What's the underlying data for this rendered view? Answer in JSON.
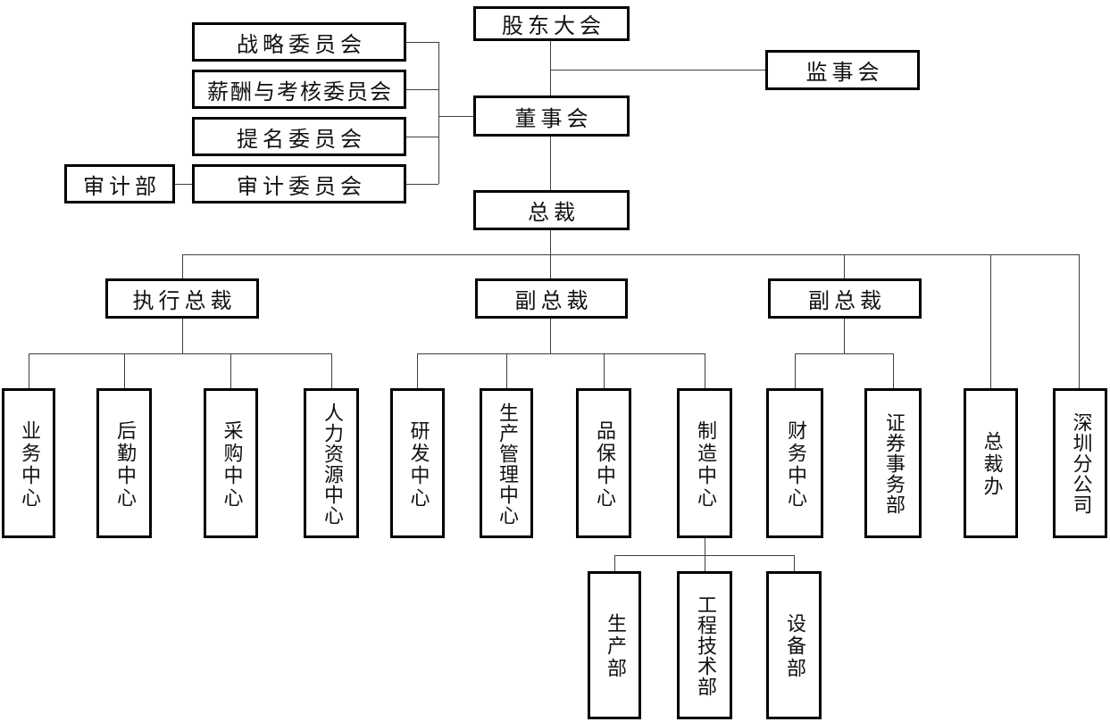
{
  "chart_title": "",
  "colors": {
    "background": "#ffffff",
    "box_border": "#000000",
    "connector_line": "#3f3f3f",
    "text": "#111111"
  },
  "nodes": {
    "shareholders_meeting": {
      "label": "股东大会"
    },
    "supervisory_board": {
      "label": "监事会"
    },
    "board_of_directors": {
      "label": "董事会"
    },
    "strategy_committee": {
      "label": "战略委员会"
    },
    "compensation_assessment_committee": {
      "label": "薪酬与考核委员会"
    },
    "nomination_committee": {
      "label": "提名委员会"
    },
    "audit_committee": {
      "label": "审计委员会"
    },
    "audit_department": {
      "label": "审计部"
    },
    "president": {
      "label": "总裁"
    },
    "executive_president": {
      "label": "执行总裁"
    },
    "vice_president_1": {
      "label": "副总裁"
    },
    "vice_president_2": {
      "label": "副总裁"
    },
    "business_center": {
      "label": "业务中心"
    },
    "logistics_center": {
      "label": "后勤中心"
    },
    "procurement_center": {
      "label": "采购中心"
    },
    "hr_center": {
      "label": "人力资源中心"
    },
    "rd_center": {
      "label": "研发中心"
    },
    "production_management_center": {
      "label": "生产管理中心"
    },
    "quality_assurance_center": {
      "label": "品保中心"
    },
    "manufacturing_center": {
      "label": "制造中心"
    },
    "finance_center": {
      "label": "财务中心"
    },
    "securities_affairs_department": {
      "label": "证券事务部"
    },
    "president_office": {
      "label": "总裁办"
    },
    "shenzhen_branch": {
      "label": "深圳分公司"
    },
    "production_department": {
      "label": "生产部"
    },
    "engineering_technology_department": {
      "label": "工程技术部"
    },
    "equipment_department": {
      "label": "设备部"
    }
  }
}
